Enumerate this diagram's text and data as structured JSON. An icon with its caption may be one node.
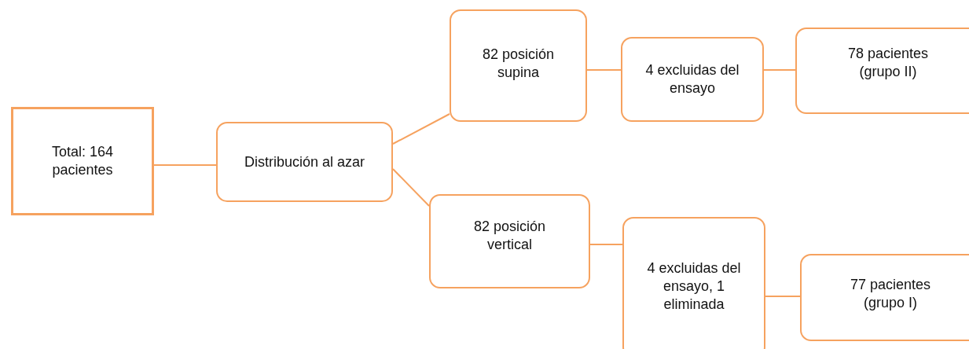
{
  "diagram": {
    "nodes": [
      {
        "text": [
          "Total: 164 pacientes"
        ]
      },
      {
        "text": [
          "Distribución al azar"
        ]
      },
      {
        "text": [
          "82 posición supina"
        ]
      },
      {
        "text": [
          "4 excluidas del ensayo"
        ]
      },
      {
        "text": [
          "78 pacientes (grupo II)"
        ]
      },
      {
        "text": [
          "82 posición vertical"
        ]
      },
      {
        "text": [
          "4 excluidas del ensayo, 1 eliminada"
        ]
      },
      {
        "text": [
          "77 pacientes (grupo I)"
        ]
      }
    ],
    "edges": [
      {
        "from": 0,
        "to": 1,
        "arrow": "none"
      },
      {
        "from": 1,
        "to": 2,
        "arrow": "none"
      },
      {
        "from": 1,
        "to": 5,
        "arrow": "none"
      },
      {
        "from": 2,
        "to": 3,
        "arrow": "none"
      },
      {
        "from": 3,
        "to": 4,
        "arrow": "none"
      },
      {
        "from": 5,
        "to": 6,
        "arrow": "none"
      },
      {
        "from": 6,
        "to": 7,
        "arrow": "none"
      }
    ]
  }
}
